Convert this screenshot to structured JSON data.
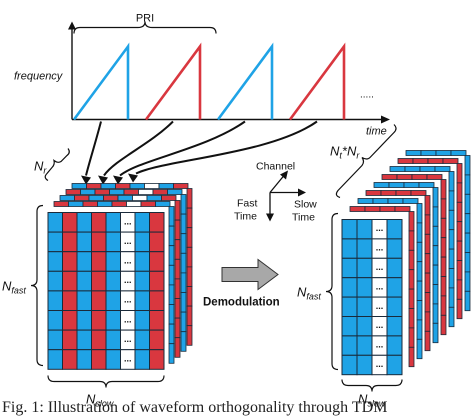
{
  "waveform": {
    "pri_label": "PRI",
    "y_label": "frequency",
    "x_label": "time",
    "continuation": ".....",
    "chirps": [
      "blue",
      "red",
      "blue",
      "red"
    ]
  },
  "axes_legend": {
    "channel": "Channel",
    "fast_time_line1": "Fast",
    "fast_time_line2": "Time",
    "slow_time_line1": "Slow",
    "slow_time_line2": "Time"
  },
  "left_cube": {
    "n_r": {
      "main": "N",
      "sub": "r"
    },
    "n_fast": {
      "main": "N",
      "sub": "fast"
    },
    "n_slow": {
      "main": "N",
      "sub": "slow"
    },
    "rows": 8,
    "columns": [
      "blue",
      "red",
      "blue",
      "red",
      "blue",
      "dots",
      "blue",
      "red"
    ],
    "dots": "..."
  },
  "right_cube": {
    "n_t_n_r": {
      "main1": "N",
      "sub1": "t",
      "star": "*N",
      "sub2": "r"
    },
    "n_fast": {
      "main": "N",
      "sub": "fast"
    },
    "n_slow": {
      "main": "N",
      "sub": "slow"
    },
    "rows": 8,
    "columns": [
      "blue",
      "blue",
      "dots",
      "blue"
    ],
    "dots": "..."
  },
  "demodulation_label": "Demodulation",
  "caption": "Fig. 1: Illustration of waveform orthogonality through TDM",
  "colors": {
    "blue": "#1fa3e6",
    "red": "#d9373f",
    "white": "#ffffff",
    "arrow_fill": "#a8a8a8",
    "stroke": "#1a2a3a"
  }
}
